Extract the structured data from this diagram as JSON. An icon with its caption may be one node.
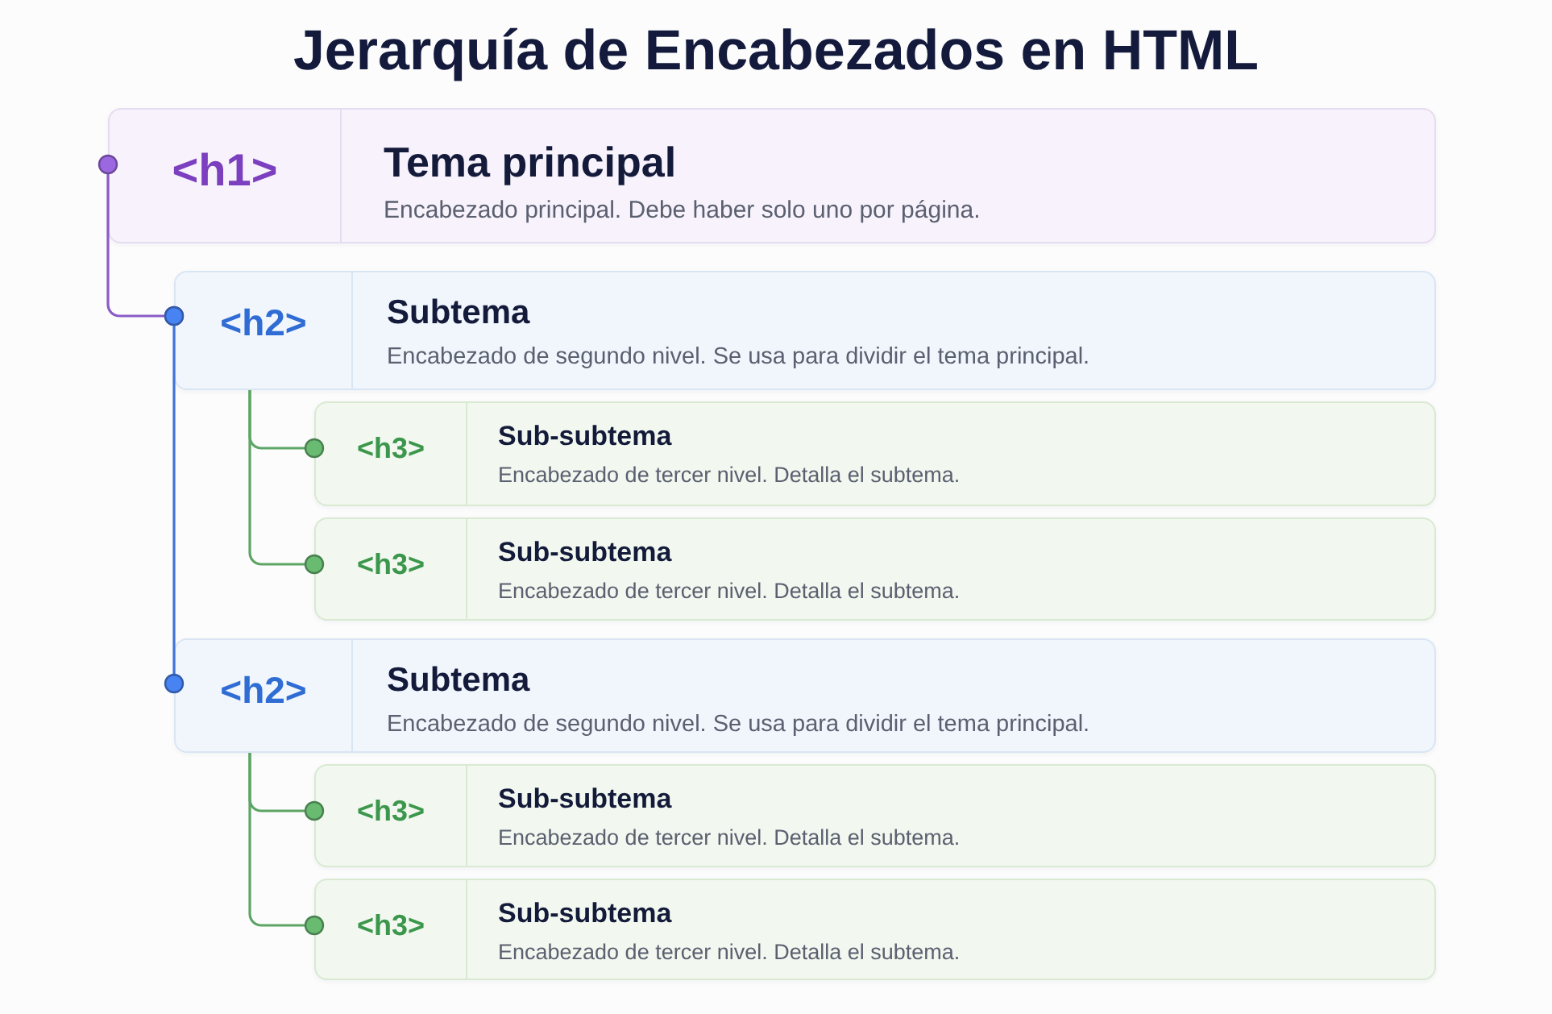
{
  "diagram": {
    "title": "Jerarquía de Encabezados en HTML",
    "nodes": [
      {
        "text": [
          "<h1>",
          "Tema principal",
          "Encabezado principal. Debe haber solo uno por página."
        ]
      },
      {
        "text": [
          "<h2>",
          "Subtema",
          "Encabezado de segundo nivel. Se usa para dividir el tema principal."
        ]
      },
      {
        "text": [
          "<h3>",
          "Sub-subtema",
          "Encabezado de tercer nivel. Detalla el subtema."
        ]
      },
      {
        "text": [
          "<h3>",
          "Sub-subtema",
          "Encabezado de tercer nivel. Detalla el subtema."
        ]
      },
      {
        "text": [
          "<h2>",
          "Subtema",
          "Encabezado de segundo nivel. Se usa para dividir el tema principal."
        ]
      },
      {
        "text": [
          "<h3>",
          "Sub-subtema",
          "Encabezado de tercer nivel. Detalla el subtema."
        ]
      },
      {
        "text": [
          "<h3>",
          "Sub-subtema",
          "Encabezado de tercer nivel. Detalla el subtema."
        ]
      }
    ],
    "edges": [
      {
        "from": 0,
        "to": 1,
        "arrow": "other",
        "color": "#8a5cc7"
      },
      {
        "from": 1,
        "to": 2,
        "arrow": "other"
      },
      {
        "from": 1,
        "to": 3,
        "arrow": "other"
      },
      {
        "from": 1,
        "to": 4,
        "arrow": "other",
        "color": "#3f74d6"
      },
      {
        "from": 4,
        "to": 5,
        "arrow": "other"
      },
      {
        "from": 4,
        "to": 6,
        "arrow": "other"
      }
    ]
  }
}
